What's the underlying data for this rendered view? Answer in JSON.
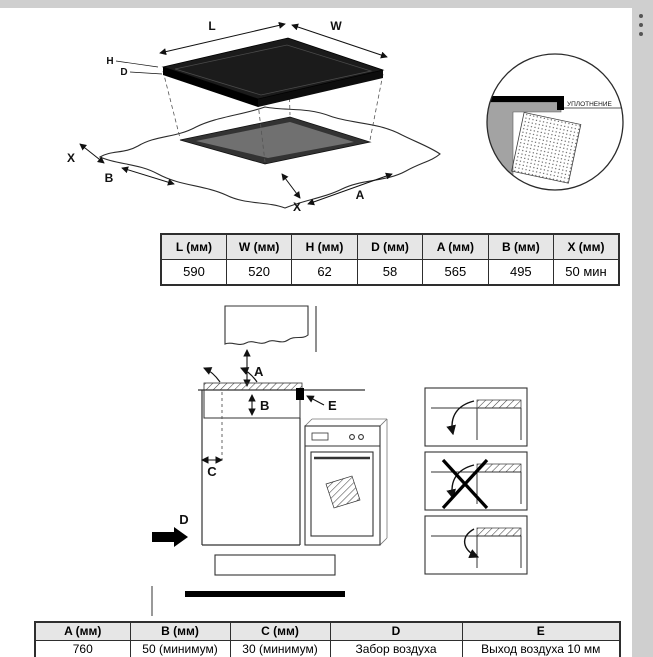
{
  "icons": {
    "more_options": "vertical-ellipsis"
  },
  "colors": {
    "canvas_bg": "#cfcfcf",
    "paper_bg": "#ffffff",
    "table_header_bg": "#e6e6e6",
    "line": "#2b2b2b"
  },
  "diagram1": {
    "labels": {
      "l": "L",
      "w": "W",
      "h": "H",
      "d": "D",
      "x_left": "X",
      "b": "B",
      "a": "A",
      "x_bottom": "X"
    },
    "seal_label": "УПЛОТНЕНИЕ"
  },
  "table1": {
    "headers": [
      "L (мм)",
      "W (мм)",
      "H (мм)",
      "D (мм)",
      "A (мм)",
      "B (мм)",
      "X (мм)"
    ],
    "values": [
      "590",
      "520",
      "62",
      "58",
      "565",
      "495",
      "50 мин"
    ]
  },
  "diagram2": {
    "labels": {
      "a": "A",
      "b": "B",
      "c": "C",
      "d": "D",
      "e": "E"
    }
  },
  "table2": {
    "headers": [
      "A (мм)",
      "B (мм)",
      "C (мм)",
      "D",
      "E"
    ],
    "values": [
      "760",
      "50 (минимум)",
      "30 (минимум)",
      "Забор воздуха",
      "Выход воздуха 10 мм"
    ]
  }
}
